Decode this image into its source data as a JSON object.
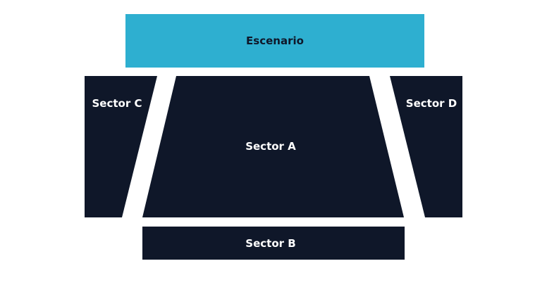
{
  "colors": {
    "stage": "#2eafd0",
    "sector": "#0f1729",
    "stage_text": "#0f1729",
    "sector_text": "#ffffff",
    "background": "#ffffff"
  },
  "stage": {
    "label": "Escenario"
  },
  "sectors": [
    {
      "id": "a",
      "label": "Sector A"
    },
    {
      "id": "b",
      "label": "Sector B"
    },
    {
      "id": "c",
      "label": "Sector C"
    },
    {
      "id": "d",
      "label": "Sector D"
    }
  ]
}
